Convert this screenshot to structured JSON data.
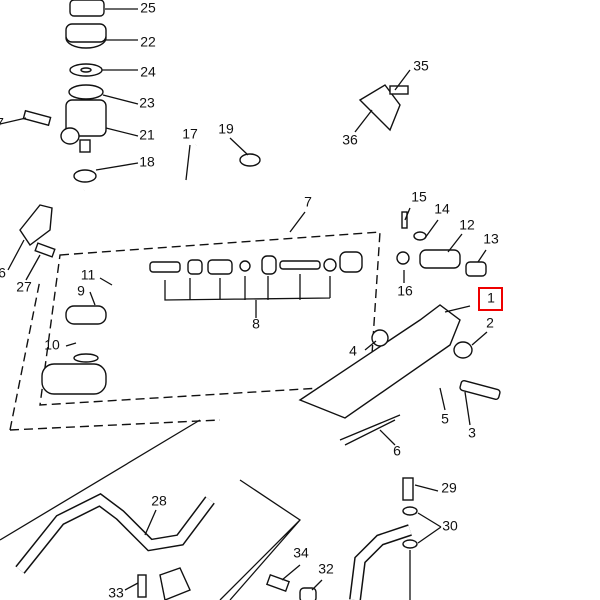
{
  "diagram": {
    "callouts": {
      "c25": "25",
      "c22": "22",
      "c24": "24",
      "c23": "23",
      "c21": "21",
      "c17": "17",
      "c19": "19",
      "c18": "18",
      "c35": "35",
      "c36": "36",
      "c7": "7",
      "c15": "15",
      "c14": "14",
      "c12": "12",
      "c13": "13",
      "c11": "11",
      "c9": "9",
      "c10": "10",
      "c16": "16",
      "c8": "8",
      "c1": "1",
      "c2": "2",
      "c4": "4",
      "c5": "5",
      "c3": "3",
      "c6": "6",
      "c26": "6",
      "c27": "27",
      "c20": "7",
      "c28": "28",
      "c29": "29",
      "c30": "30",
      "c34": "34",
      "c32": "32",
      "c33": "33"
    },
    "highlighted_callout": "1",
    "highlight_color": "#e00000"
  }
}
